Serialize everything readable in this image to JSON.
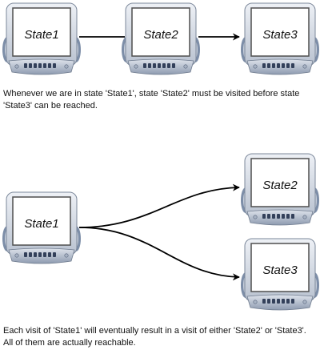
{
  "diagram1": {
    "states": [
      "State1",
      "State2",
      "State3"
    ],
    "caption": "Whenever we are in state 'State1', state 'State2' must be visited before state 'State3' can be reached."
  },
  "diagram2": {
    "states": [
      "State1",
      "State2",
      "State3"
    ],
    "caption": "Each visit of 'State1' will eventually result in a visit of either 'State2' or 'State3'. All of them are actually reachable."
  },
  "colors": {
    "arrow": "#000000",
    "screen": "#ffffff",
    "bezel": "#d8dde6",
    "bezel_dark": "#5d6d86"
  }
}
